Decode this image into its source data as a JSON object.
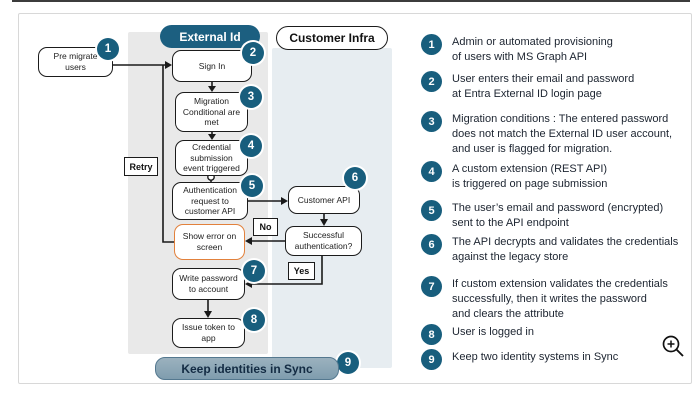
{
  "diagram": {
    "lanes": {
      "external_id": "External Id",
      "customer_infra": "Customer Infra"
    },
    "nodes": {
      "pre_migrate": "Pre migrate users",
      "sign_in": "Sign In",
      "migration": "Migration Conditional are met",
      "credential": "Credential submission event triggered",
      "auth_request": "Authentication request to customer API",
      "customer_api": "Customer API",
      "successful_auth": "Successful authentication?",
      "show_error": "Show error on screen",
      "write_password": "Write password to account",
      "issue_token": "Issue token to app"
    },
    "edge_labels": {
      "retry": "Retry",
      "no": "No",
      "yes": "Yes"
    },
    "banner": "Keep identities in Sync",
    "badges": [
      "1",
      "2",
      "3",
      "4",
      "5",
      "6",
      "7",
      "8",
      "9"
    ]
  },
  "legend": {
    "items": [
      {
        "num": "1",
        "text": "Admin or automated provisioning\nof users with MS Graph API"
      },
      {
        "num": "2",
        "text": "User enters their email and password\nat Entra External ID login page"
      },
      {
        "num": "3",
        "text": "Migration conditions : The entered password\ndoes not match the External ID user account,\nand user is flagged for migration."
      },
      {
        "num": "4",
        "text": "A custom extension (REST API)\nis triggered on page submission"
      },
      {
        "num": "5",
        "text": "The user’s email and password (encrypted)\nsent to the API endpoint"
      },
      {
        "num": "6",
        "text": "The API decrypts and validates the credentials\nagainst the legacy store"
      },
      {
        "num": "7",
        "text": "If custom extension validates the credentials\nsuccessfully, then it writes the password\nand clears the attribute"
      },
      {
        "num": "8",
        "text": "User is logged in"
      },
      {
        "num": "9",
        "text": "Keep two identity systems in Sync"
      }
    ]
  },
  "icons": {
    "zoom_in": "zoom-in-magnifier"
  },
  "colors": {
    "accent_teal": "#185e7d",
    "error_orange": "#e2813c",
    "banner_blue_gray": "#7f9dae",
    "lane_gray": "#e9e9e9",
    "lane_blue": "#e7edf1"
  }
}
